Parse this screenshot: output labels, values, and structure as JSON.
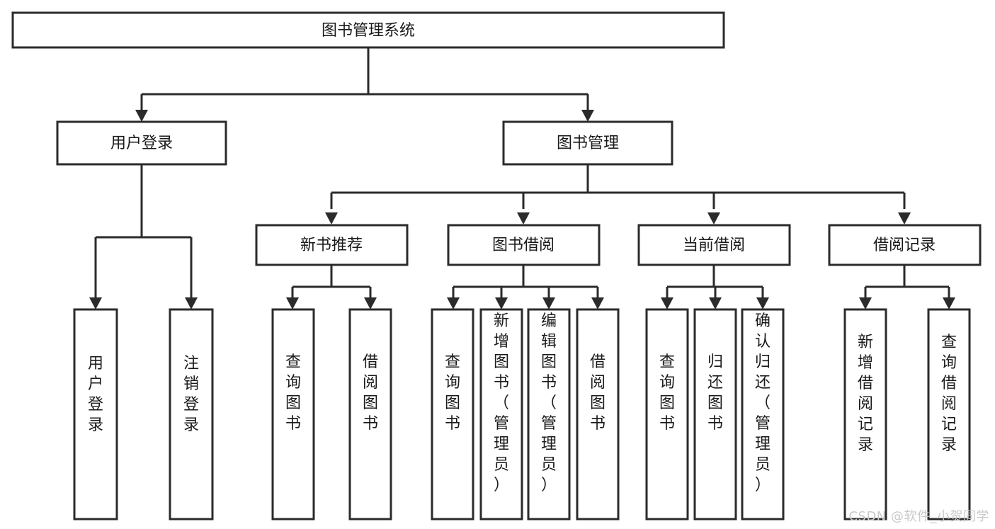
{
  "diagram": {
    "type": "hierarchy-tree",
    "orientation": "top-down",
    "root": {
      "id": "root",
      "label": "图书管理系统"
    },
    "level2": [
      {
        "id": "user-login",
        "label": "用户登录"
      },
      {
        "id": "book-management",
        "label": "图书管理"
      }
    ],
    "level3": [
      {
        "id": "new-book-recommend",
        "label": "新书推荐",
        "parent": "book-management"
      },
      {
        "id": "book-borrow",
        "label": "图书借阅",
        "parent": "book-management"
      },
      {
        "id": "current-borrow",
        "label": "当前借阅",
        "parent": "book-management"
      },
      {
        "id": "borrow-record",
        "label": "借阅记录",
        "parent": "book-management"
      }
    ],
    "leaves": {
      "user-login": [
        {
          "id": "leaf-user-login",
          "label": "用户登录"
        },
        {
          "id": "leaf-user-logout",
          "label": "注销登录"
        }
      ],
      "new-book-recommend": [
        {
          "id": "leaf-query-book-1",
          "label": "查询图书"
        },
        {
          "id": "leaf-borrow-book-1",
          "label": "借阅图书"
        }
      ],
      "book-borrow": [
        {
          "id": "leaf-query-book-2",
          "label": "查询图书"
        },
        {
          "id": "leaf-add-book",
          "label": "新增图书（管理员）"
        },
        {
          "id": "leaf-edit-book",
          "label": "编辑图书（管理员）"
        },
        {
          "id": "leaf-borrow-book-2",
          "label": "借阅图书"
        }
      ],
      "current-borrow": [
        {
          "id": "leaf-query-book-3",
          "label": "查询图书"
        },
        {
          "id": "leaf-return-book",
          "label": "归还图书"
        },
        {
          "id": "leaf-confirm-return",
          "label": "确认归还（管理员）"
        }
      ],
      "borrow-record": [
        {
          "id": "leaf-add-record",
          "label": "新增借阅记录"
        },
        {
          "id": "leaf-query-record",
          "label": "查询借阅记录"
        }
      ]
    },
    "colors": {
      "box_stroke": "#2b2b2b",
      "box_fill": "#ffffff",
      "connector": "#2b2b2b",
      "text": "#1a1a1a",
      "background": "#ffffff",
      "watermark": "#c9c9c9"
    }
  },
  "watermark": {
    "text": "CSDN @软件_小贺同学"
  }
}
